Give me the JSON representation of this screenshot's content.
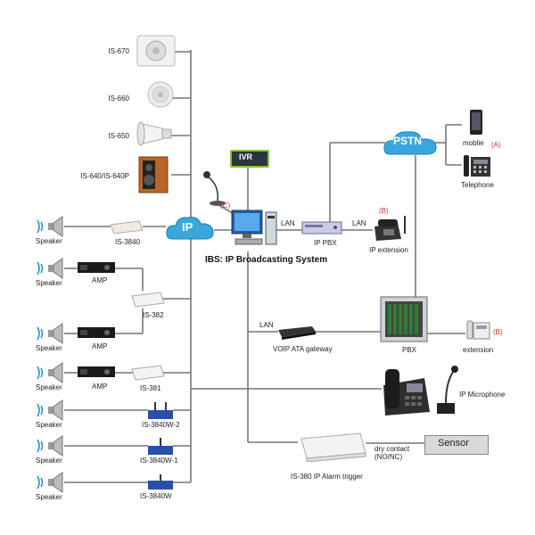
{
  "devices_left": {
    "is670": "IS-670",
    "is660": "IS-660",
    "is650": "IS-650",
    "is640": "IS-640/IS-640P"
  },
  "clouds": {
    "ip": "IP",
    "pstn": "PSTN"
  },
  "ivr": "IVR",
  "mark_c": "(C)",
  "mark_b1": "(B)",
  "mark_b2": "(B)",
  "mark_a": "(A)",
  "lan1": "LAN",
  "lan2": "LAN",
  "lan3": "LAN",
  "ip_pbx": "IP PBX",
  "ip_extension": "IP extension",
  "system_title": "IBS: IP Broadcasting System",
  "mobile": "moblie",
  "telephone": "Telephone",
  "voip": "VOIP ATA gateway",
  "pbx": "PBX",
  "extension": "extension",
  "ip_microphone": "IP Microphone",
  "dry_contact": "dry contact\n(NO/NC)",
  "sensor": "Sensor",
  "is380": "IS-380 IP Alarm trigger",
  "speaker": "Speaker",
  "amp": "AMP",
  "is3840": "IS-3840",
  "is382": "IS-382",
  "is381": "IS-381",
  "is3840w2": "IS-3840W-2",
  "is3840w1": "IS-3840W-1",
  "is3840w": "IS-3840W"
}
